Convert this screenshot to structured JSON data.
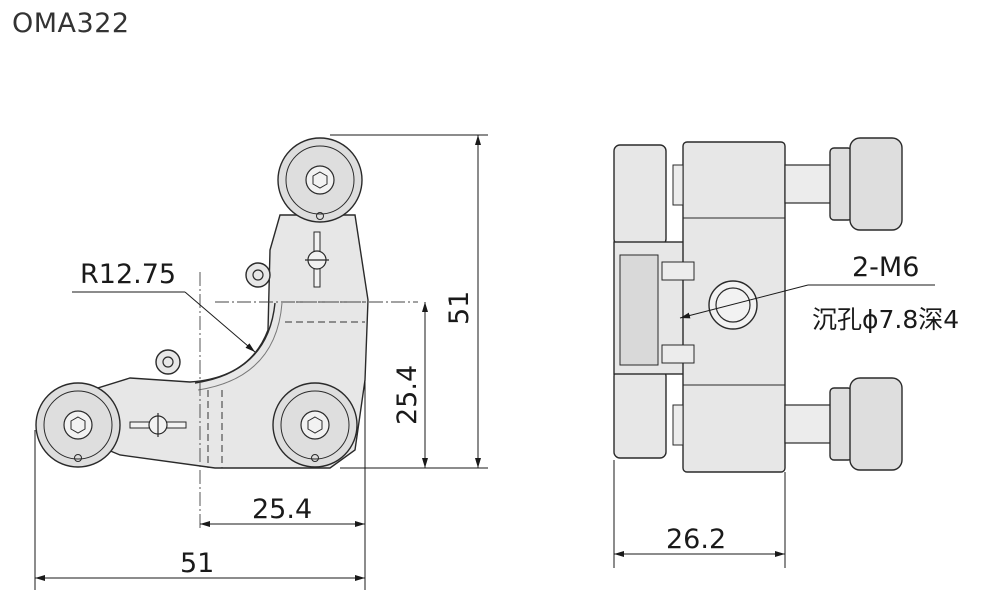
{
  "title": "OMA322",
  "front_view": {
    "radius_label": "R12.75",
    "dim_width": "51",
    "dim_half_width": "25.4",
    "dim_height": "51",
    "dim_half_height": "25.4"
  },
  "side_view": {
    "thread_label": "2-M6",
    "counterbore_label": "沉孔ϕ7.8深4",
    "dim_depth": "26.2"
  }
}
